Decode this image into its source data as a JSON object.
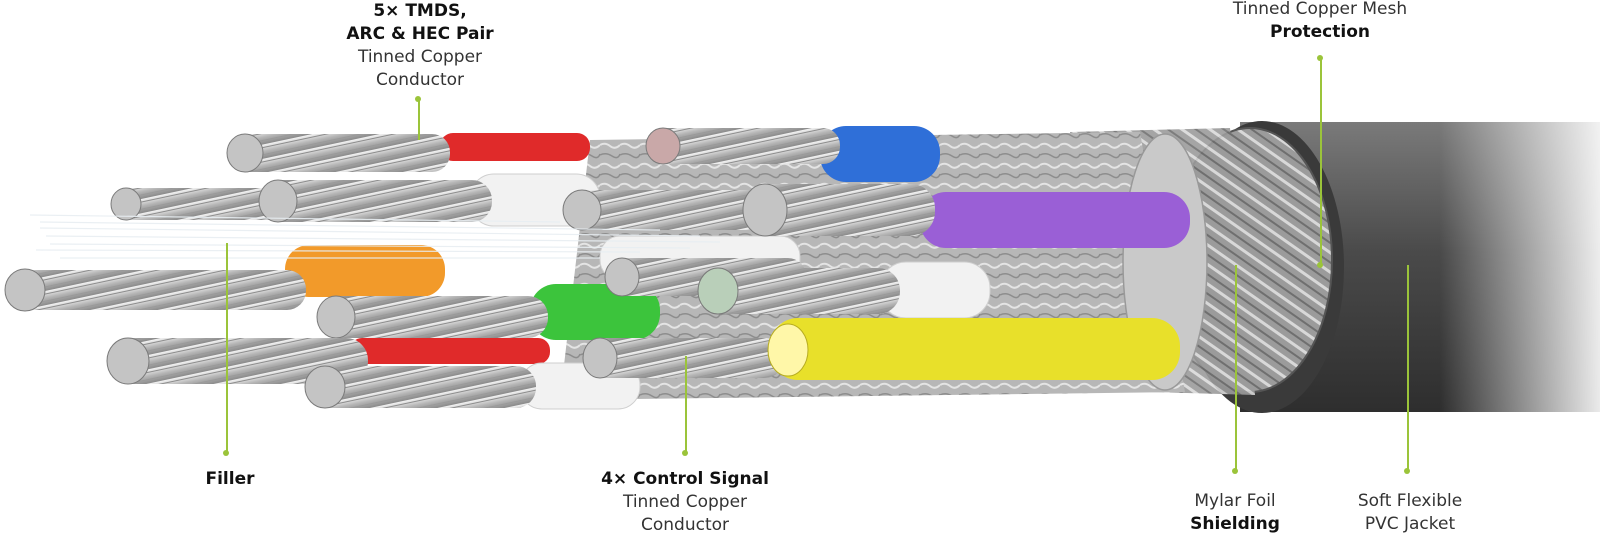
{
  "labels": {
    "tmds": {
      "bold_line1": "5× TMDS,",
      "bold_line2": "ARC & HEC Pair",
      "line3": "Tinned Copper",
      "line4": "Conductor"
    },
    "mesh": {
      "line1": "Tinned Copper Mesh",
      "bold_line2": "Protection"
    },
    "filler": {
      "bold_line1": "Filler"
    },
    "control": {
      "bold_line1": "4× Control Signal",
      "line2": "Tinned Copper",
      "line3": "Conductor"
    },
    "foil": {
      "line1": "Mylar Foil",
      "bold_line2": "Shielding"
    },
    "jacket": {
      "line1": "Soft Flexible",
      "line2": "PVC Jacket"
    }
  },
  "colors": {
    "leader": "#9bc43a",
    "jacket": "#5a5a5a",
    "insulation": [
      "#e02a2a",
      "#2f6fd8",
      "#9a5fd6",
      "#f29a2a",
      "#3cc43c",
      "#e8e02a",
      "#f2f2f2"
    ]
  }
}
